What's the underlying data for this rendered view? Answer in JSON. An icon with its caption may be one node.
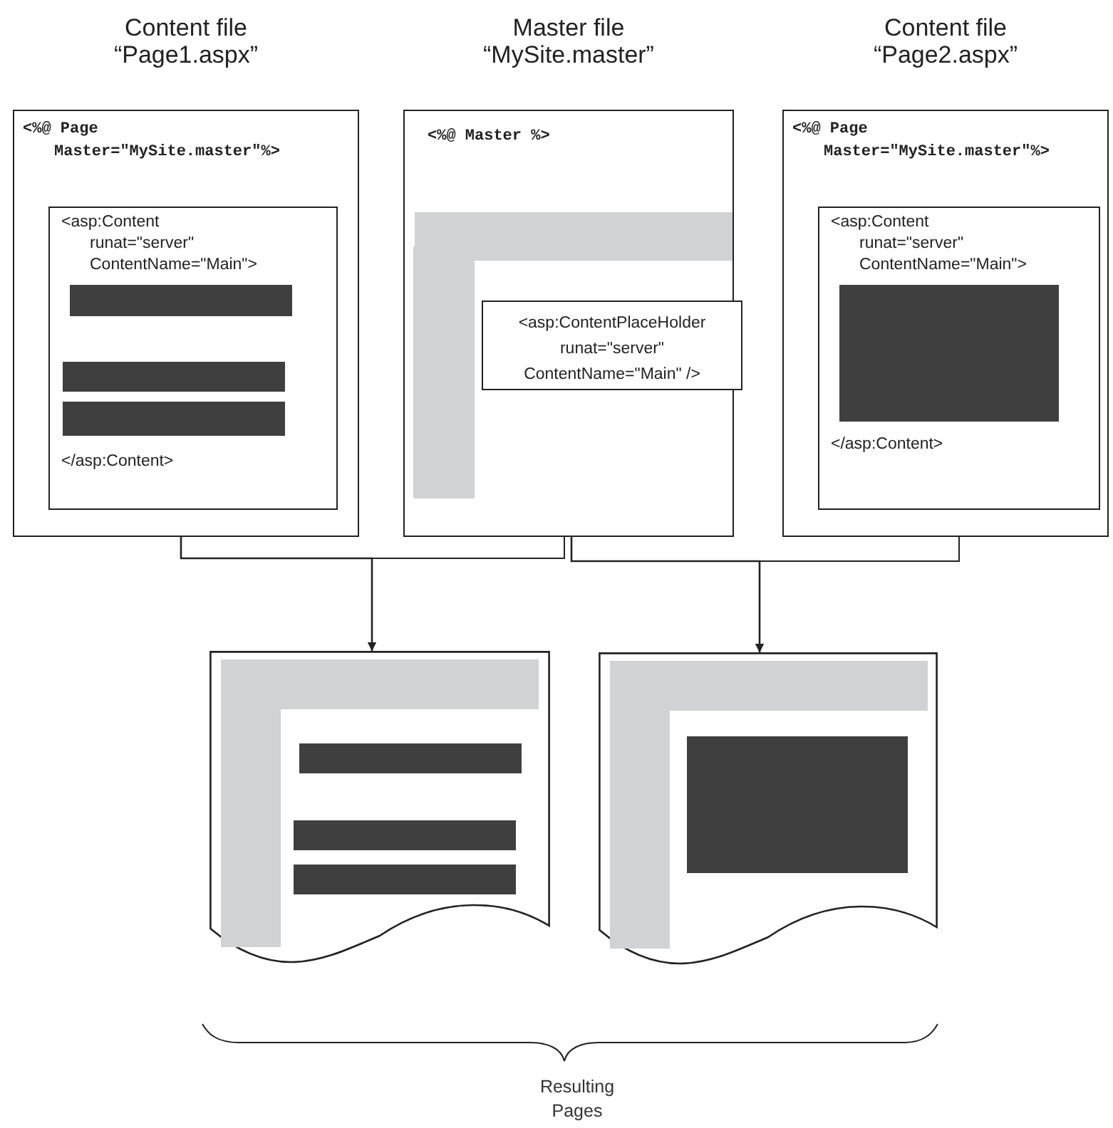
{
  "diagram": {
    "nodes": [
      {
        "text": [
          "Content file “Page1.aspx”",
          "<%@ Page Master=\"MySite.master\"%>"
        ]
      },
      {
        "text": [
          "<asp:Content runat=\"server\" ContentName=\"Main\">",
          "</asp:Content>"
        ],
        "in": 0
      },
      {
        "text": [
          "Master file “MySite.master”",
          "<%@ Master %>"
        ]
      },
      {
        "text": [
          "<asp:ContentPlaceHolder runat=\"server\" ContentName=\"Main\" />"
        ],
        "in": 2
      },
      {
        "text": [
          "Content file “Page2.aspx”",
          "<%@ Page Master=\"MySite.master\"%>"
        ]
      },
      {
        "text": [
          "<asp:Content runat=\"server\" ContentName=\"Main\">",
          "</asp:Content>"
        ],
        "in": 4
      },
      {
        "text": [],
        "shape": "document"
      },
      {
        "text": [],
        "shape": "document"
      }
    ],
    "edges": [
      {
        "from": 0,
        "to": 6,
        "arrow": "to"
      },
      {
        "from": 2,
        "to": 6,
        "arrow": "to"
      },
      {
        "from": 2,
        "to": 7,
        "arrow": "to"
      },
      {
        "from": 4,
        "to": 7,
        "arrow": "to"
      }
    ],
    "labels": [
      "Resulting Pages"
    ]
  }
}
